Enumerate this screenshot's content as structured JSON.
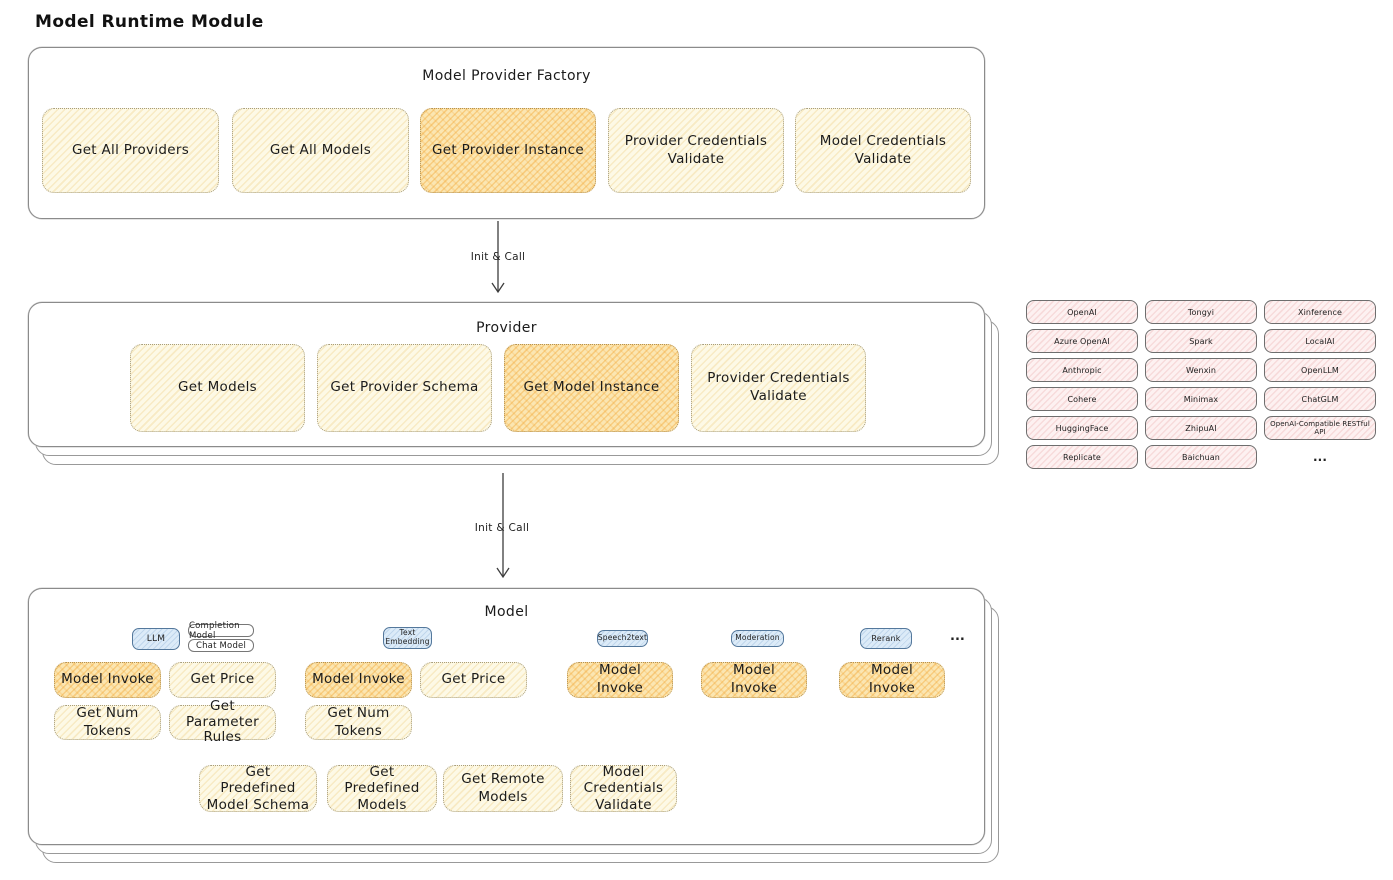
{
  "page_title": "Model Runtime Module",
  "arrows": {
    "init_call_1": "Init & Call",
    "init_call_2": "Init & Call"
  },
  "factory": {
    "title": "Model Provider Factory",
    "buttons": [
      {
        "label": "Get All Providers",
        "highlight": false
      },
      {
        "label": "Get All Models",
        "highlight": false
      },
      {
        "label": "Get Provider Instance",
        "highlight": true
      },
      {
        "label": "Provider Credentials Validate",
        "highlight": false
      },
      {
        "label": "Model Credentials Validate",
        "highlight": false
      }
    ]
  },
  "provider": {
    "title": "Provider",
    "buttons": [
      {
        "label": "Get Models",
        "highlight": false
      },
      {
        "label": "Get Provider Schema",
        "highlight": false
      },
      {
        "label": "Get Model Instance",
        "highlight": true
      },
      {
        "label": "Provider Credentials Validate",
        "highlight": false
      }
    ]
  },
  "providers_grid": {
    "columns": [
      [
        "OpenAI",
        "Azure OpenAI",
        "Anthropic",
        "Cohere",
        "HuggingFace",
        "Replicate"
      ],
      [
        "Tongyi",
        "Spark",
        "Wenxin",
        "Minimax",
        "ZhipuAI",
        "Baichuan"
      ],
      [
        "Xinference",
        "LocalAI",
        "OpenLLM",
        "ChatGLM",
        "OpenAI-Compatible RESTful API",
        "..."
      ]
    ]
  },
  "model": {
    "title": "Model",
    "tabs": {
      "llm": "LLM",
      "completion": "Completion Model",
      "chat": "Chat Model",
      "text_embedding": "Text Embedding",
      "speech2text": "Speech2text",
      "moderation": "Moderation",
      "rerank": "Rerank",
      "more": "..."
    },
    "llm": {
      "invoke": "Model Invoke",
      "get_price": "Get Price",
      "get_num_tokens": "Get Num Tokens",
      "get_parameter_rules": "Get Parameter Rules"
    },
    "text_embedding": {
      "invoke": "Model Invoke",
      "get_price": "Get Price",
      "get_num_tokens": "Get Num Tokens"
    },
    "speech2text": {
      "invoke": "Model Invoke"
    },
    "moderation": {
      "invoke": "Model Invoke"
    },
    "rerank": {
      "invoke": "Model Invoke"
    },
    "common_buttons": [
      "Get Predefined Model Schema",
      "Get Predefined Models",
      "Get Remote Models",
      "Model Credentials Validate"
    ]
  },
  "colors": {
    "cream_fill": "#fdf9e6",
    "highlight_fill": "#fbe6b2",
    "hatch_orange": "#f2a632",
    "pink_fill": "#fdf1f1",
    "blue_tab_fill": "#dcebf8",
    "blue_tab_border": "#54789c",
    "box_border": "#8b8b8b",
    "text": "#1d1d1d"
  }
}
